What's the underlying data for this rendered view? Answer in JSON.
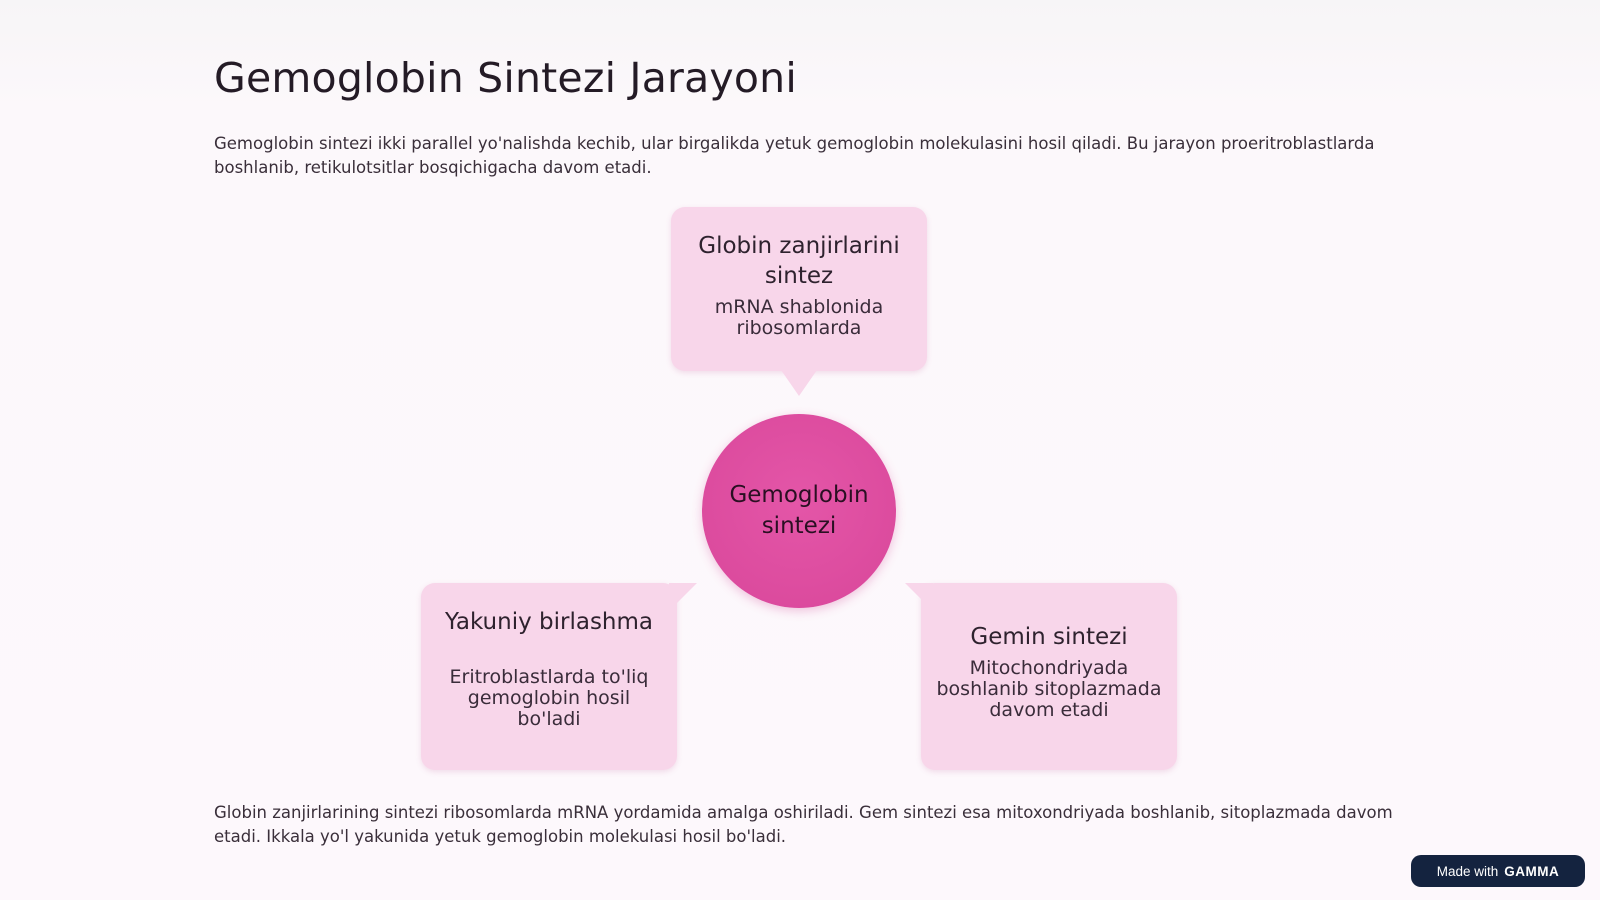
{
  "slide": {
    "title": "Gemoglobin Sintezi Jarayoni",
    "intro": "Gemoglobin sintezi ikki parallel yo'nalishda kechib, ular birgalikda yetuk gemoglobin molekulasini hosil qiladi. Bu jarayon proeritroblastlarda boshlanib, retikulotsitlar bosqichigacha davom etadi.",
    "outro": "Globin zanjirlarining sintezi ribosomlarda mRNA yordamida amalga oshiriladi. Gem sintezi esa mitoxondriyada boshlanib, sitoplazmada davom etadi. Ikkala yo'l yakunida yetuk gemoglobin molekulasi hosil bo'ladi."
  },
  "diagram": {
    "hub": {
      "label": "Gemoglobin sintezi"
    },
    "cards": {
      "top": {
        "title": "Globin zanjirlarini sintez",
        "desc": "mRNA shablonida ribosomlarda"
      },
      "left": {
        "title": "Yakuniy birlashma",
        "desc": "Eritroblastlarda to'liq gemoglobin hosil bo'ladi"
      },
      "right": {
        "title": "Gemin sintezi",
        "desc": "Mitochondriyada boshlanib sitoplazmada davom etadi"
      }
    },
    "colors": {
      "hub": "#dc4b9e",
      "card": "#f8d6ea",
      "badge": "#14233f"
    }
  },
  "badge": {
    "prefix": "Made with",
    "brand": "GAMMA"
  }
}
